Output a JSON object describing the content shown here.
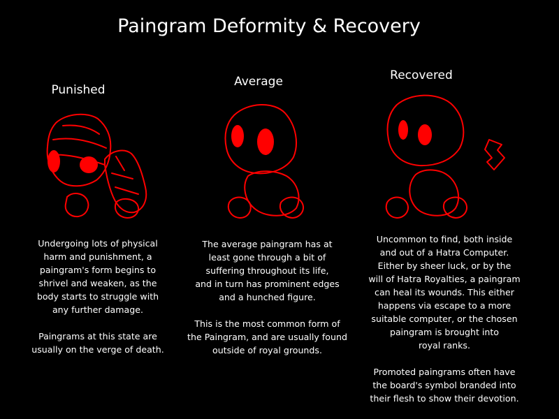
{
  "title": "Paingram Deformity & Recovery",
  "columns": [
    {
      "heading": "Punished",
      "description": "Undergoing lots of physical\nharm and punishment, a\npaingram's form begins to\nshrivel and weaken, as the\nbody starts to struggle with\nany further damage.\n\nPaingrams at this state are\nusually on the verge of death."
    },
    {
      "heading": "Average",
      "description": "The average paingram has at\nleast gone through a bit of\nsuffering throughout its life,\nand in turn has prominent edges\nand a hunched figure.\n\nThis is the most common form of\nthe Paingram, and are usually found\noutside of royal grounds."
    },
    {
      "heading": "Recovered",
      "description": "Uncommon to find, both inside\nand out of a Hatra Computer.\nEither by sheer luck, or by the\nwill of Hatra Royalties, a paingram\ncan heal its wounds. This either\nhappens via escape to a more\nsuitable computer, or the chosen\npaingram is brought into\nroyal ranks.\n\nPromoted paingrams often have\nthe board's symbol branded into\ntheir flesh to show their devotion."
    }
  ],
  "colors": {
    "background": "#000000",
    "text": "#ffffff",
    "drawing": "#ff0000"
  }
}
